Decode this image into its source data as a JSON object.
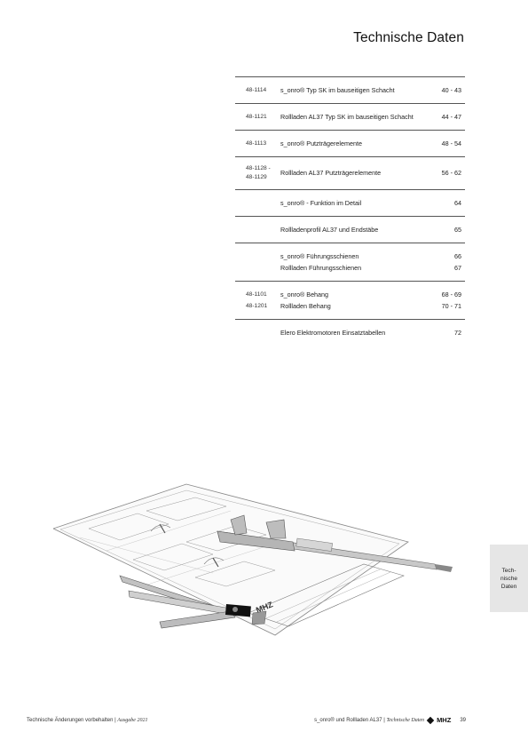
{
  "page_title": "Technische Daten",
  "toc": [
    {
      "items": [
        {
          "nums": [
            "48-1114"
          ],
          "title": "s_onro® Typ SK im bauseitigen Schacht",
          "pages": "40 - 43"
        }
      ]
    },
    {
      "items": [
        {
          "nums": [
            "48-1121"
          ],
          "title": "Rollladen AL37 Typ SK im bauseitigen Schacht",
          "pages": "44 - 47"
        }
      ]
    },
    {
      "items": [
        {
          "nums": [
            "48-1113"
          ],
          "title": "s_onro® Putzträgerelemente",
          "pages": "48 - 54"
        }
      ]
    },
    {
      "items": [
        {
          "nums": [
            "48-1128 -",
            "48-1129"
          ],
          "title": "Rollladen AL37 Putzträgerelemente",
          "pages": "56 - 62"
        }
      ]
    },
    {
      "items": [
        {
          "nums": [
            ""
          ],
          "title": "s_onro® - Funktion im Detail",
          "pages": "64"
        }
      ]
    },
    {
      "items": [
        {
          "nums": [
            ""
          ],
          "title": "Rollladenprofil AL37 und Endstäbe",
          "pages": "65"
        }
      ]
    },
    {
      "items": [
        {
          "nums": [
            ""
          ],
          "title": "s_onro® Führungsschienen",
          "pages": "66"
        },
        {
          "nums": [
            ""
          ],
          "title": "Rollladen Führungsschienen",
          "pages": "67"
        }
      ]
    },
    {
      "items": [
        {
          "nums": [
            "48-1101"
          ],
          "title": "s_onro® Behang",
          "pages": "68 - 69"
        },
        {
          "nums": [
            "48-1201"
          ],
          "title": "Rollladen Behang",
          "pages": "70 - 71"
        }
      ]
    },
    {
      "items": [
        {
          "nums": [
            ""
          ],
          "title": "Elero Elektromotoren Einsatztabellen",
          "pages": "72"
        }
      ],
      "no_border": true
    }
  ],
  "side_tab": {
    "line1": "Tech-",
    "line2": "nische",
    "line3": "Daten"
  },
  "illustration_label": "MHZ",
  "footer": {
    "left_text": "Technische Änderungen vorbehalten | ",
    "left_edition": "Ausgabe 2021",
    "product": "s_onro® und Rollladen AL37 | ",
    "section": "Technische Daten",
    "brand": "MHZ",
    "page_number": "39"
  }
}
